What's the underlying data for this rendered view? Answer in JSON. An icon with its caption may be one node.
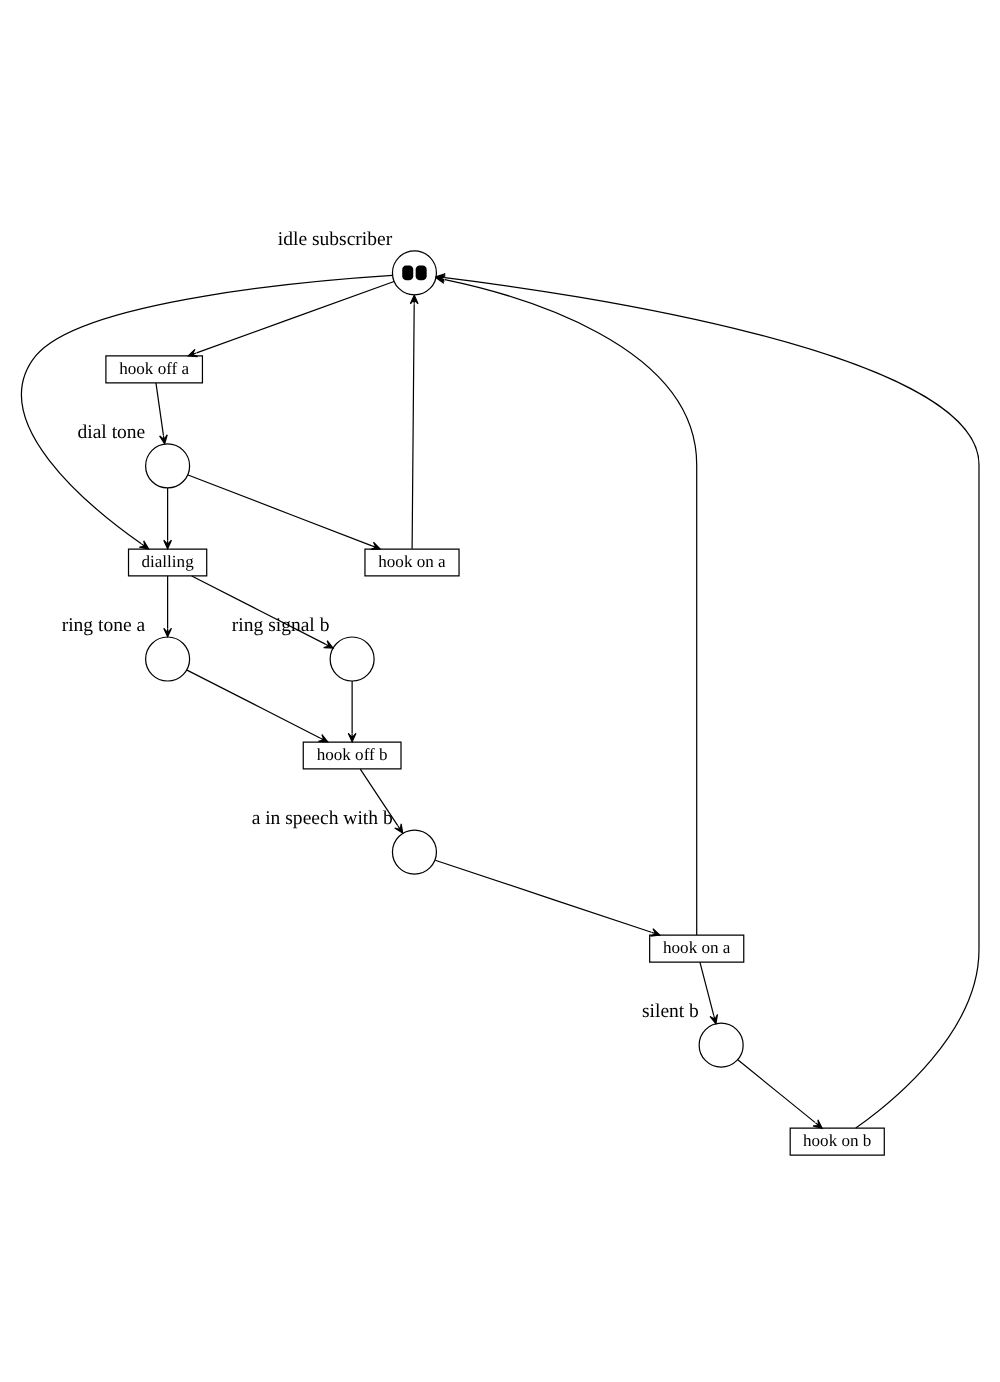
{
  "diagram": {
    "nodes": [
      {
        "text": [],
        "shape": "circle",
        "beside": [
          "idle subscriber"
        ]
      },
      {
        "text": [
          "hook off a"
        ]
      },
      {
        "text": [
          "hook on a"
        ]
      },
      {
        "text": [
          "hook on b"
        ]
      },
      {
        "text": [],
        "shape": "circle",
        "beside": [
          "dial tone"
        ]
      },
      {
        "text": [],
        "shape": "circle",
        "beside": [
          "silent b"
        ]
      },
      {
        "text": [
          "dialling"
        ]
      },
      {
        "text": [],
        "shape": "circle",
        "beside": [
          "ring tone a"
        ]
      },
      {
        "text": [],
        "shape": "circle",
        "beside": [
          "ring signal b"
        ]
      },
      {
        "text": [
          "hook on a"
        ]
      },
      {
        "text": [
          "hook off b"
        ]
      },
      {
        "text": [],
        "shape": "circle",
        "beside": [
          "a in speech with b"
        ]
      }
    ],
    "edges": [
      {
        "from": 0,
        "to": 1,
        "arrow": "to"
      },
      {
        "from": 2,
        "to": 0,
        "arrow": "to"
      },
      {
        "from": 1,
        "to": 4,
        "arrow": "to"
      },
      {
        "from": 4,
        "to": 2,
        "arrow": "to"
      },
      {
        "from": 4,
        "to": 6,
        "arrow": "to"
      },
      {
        "from": 0,
        "to": 6,
        "arrow": "to"
      },
      {
        "from": 6,
        "to": 7,
        "arrow": "to"
      },
      {
        "from": 6,
        "to": 8,
        "arrow": "to"
      },
      {
        "from": 7,
        "to": 10,
        "arrow": "to"
      },
      {
        "from": 8,
        "to": 10,
        "arrow": "to"
      },
      {
        "from": 10,
        "to": 11,
        "arrow": "to"
      },
      {
        "from": 11,
        "to": 9,
        "arrow": "to"
      },
      {
        "from": 9,
        "to": 0,
        "arrow": "to"
      },
      {
        "from": 9,
        "to": 5,
        "arrow": "to"
      },
      {
        "from": 5,
        "to": 3,
        "arrow": "to"
      },
      {
        "from": 3,
        "to": 0,
        "arrow": "to"
      }
    ]
  }
}
